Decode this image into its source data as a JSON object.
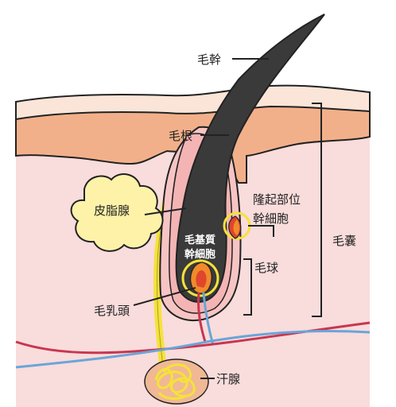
{
  "labels": {
    "hair_shaft": "毛幹",
    "hair_root": "毛根",
    "bulge_line1": "隆起部位",
    "bulge_line2": "幹細胞",
    "sebaceous_gland": "皮脂腺",
    "hair_matrix_line1": "毛基質",
    "hair_matrix_line2": "幹細胞",
    "hair_bulb": "毛球",
    "hair_follicle": "毛囊",
    "dermal_papilla": "毛乳頭",
    "sweat_gland": "汗腺"
  },
  "colors": {
    "skin_pink": "#f9dcdc",
    "epidermis_orange": "#f2b08a",
    "epidermis_top": "#fbe5d8",
    "hair_dark": "#3a3a3a",
    "sheath_pink": "#f7c4c4",
    "sebaceous_yellow": "#fdf2a8",
    "highlight_yellow": "#f5e23a",
    "artery_red": "#c8364f",
    "vein_blue": "#6aa5d8",
    "sweat_tan": "#f0b894",
    "papilla_red": "#e0452e",
    "papilla_orange": "#f08a2a"
  }
}
